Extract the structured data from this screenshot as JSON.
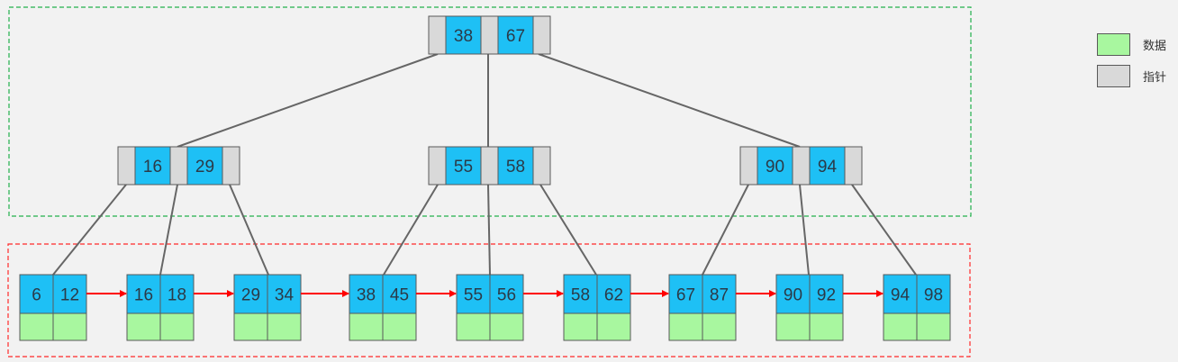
{
  "colors": {
    "key": "#1ec0f5",
    "pointer": "#d9d9d9",
    "data": "#a8f79f",
    "edge": "#666666",
    "leaf_link": "#ff0000",
    "internal_region_border": "#22b14c",
    "leaf_region_border": "#ff2a2a"
  },
  "tree": {
    "root": {
      "keys": [
        "38",
        "67"
      ]
    },
    "internal": [
      {
        "keys": [
          "16",
          "29"
        ]
      },
      {
        "keys": [
          "55",
          "58"
        ]
      },
      {
        "keys": [
          "90",
          "94"
        ]
      }
    ],
    "leaves": [
      {
        "keys": [
          "6",
          "12"
        ]
      },
      {
        "keys": [
          "16",
          "18"
        ]
      },
      {
        "keys": [
          "29",
          "34"
        ]
      },
      {
        "keys": [
          "38",
          "45"
        ]
      },
      {
        "keys": [
          "55",
          "56"
        ]
      },
      {
        "keys": [
          "58",
          "62"
        ]
      },
      {
        "keys": [
          "67",
          "87"
        ]
      },
      {
        "keys": [
          "90",
          "92"
        ]
      },
      {
        "keys": [
          "94",
          "98"
        ]
      }
    ]
  },
  "legend": {
    "data_label": "数据",
    "pointer_label": "指针"
  }
}
